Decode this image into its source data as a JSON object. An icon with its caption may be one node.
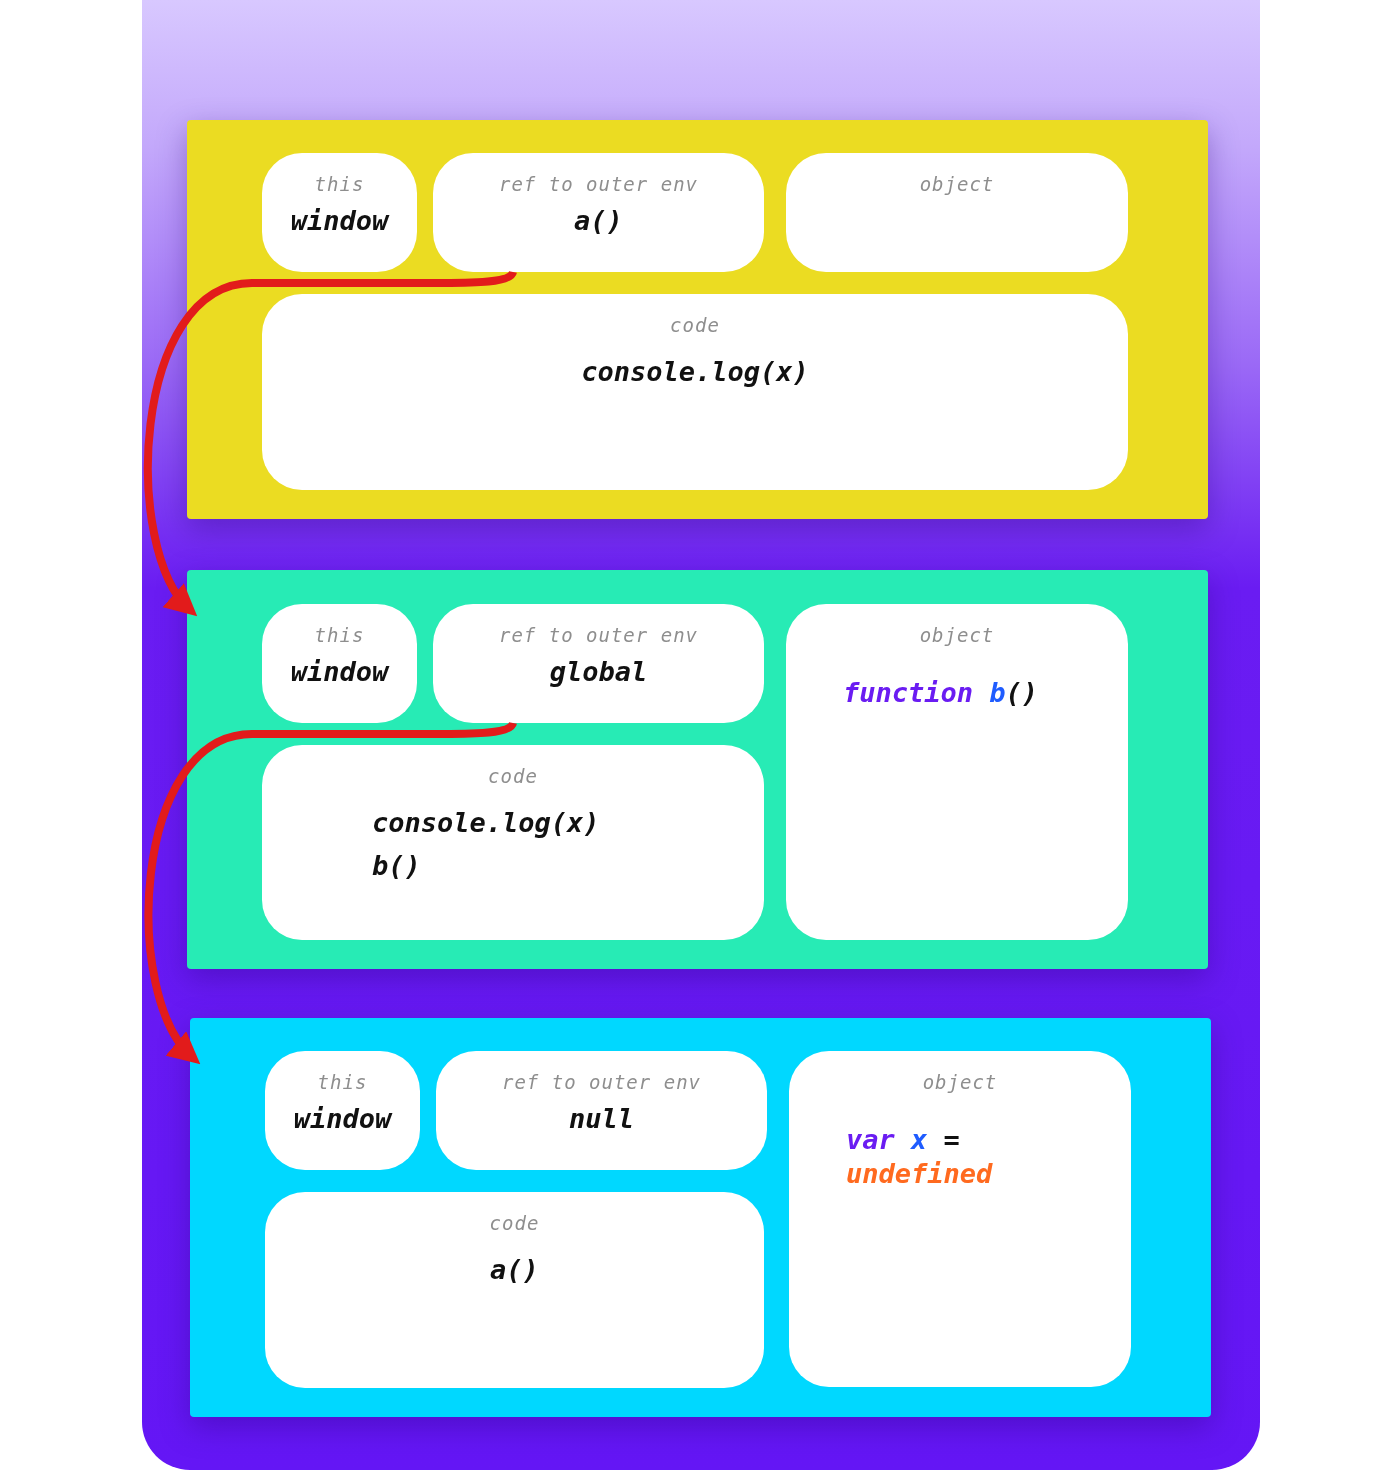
{
  "diagram": {
    "nodes": [
      {
        "text": [],
        "shape": "box"
      },
      {
        "text": [
          "this",
          "window"
        ],
        "in": 0
      },
      {
        "text": [
          "ref to outer env",
          "a()"
        ],
        "in": 0
      },
      {
        "text": [
          "object"
        ],
        "in": 0
      },
      {
        "text": [
          "code",
          "console.log(x)"
        ],
        "in": 0
      },
      {
        "text": [],
        "shape": "box"
      },
      {
        "text": [
          "this",
          "window"
        ],
        "in": 5
      },
      {
        "text": [
          "ref to outer env",
          "global"
        ],
        "in": 5
      },
      {
        "text": [
          "object",
          "function b()"
        ],
        "in": 5
      },
      {
        "text": [
          "code",
          "console.log(x)",
          "b()"
        ],
        "in": 5
      },
      {
        "text": [],
        "shape": "box"
      },
      {
        "text": [
          "this",
          "window"
        ],
        "in": 10
      },
      {
        "text": [
          "ref to outer env",
          "null"
        ],
        "in": 10
      },
      {
        "text": [
          "object",
          "var x = undefined"
        ],
        "in": 10
      },
      {
        "text": [
          "code",
          "a()"
        ],
        "in": 10
      }
    ],
    "edges": [
      {
        "from": 2,
        "to": 5,
        "arrow": "to"
      },
      {
        "from": 7,
        "to": 10,
        "arrow": "to"
      }
    ]
  }
}
